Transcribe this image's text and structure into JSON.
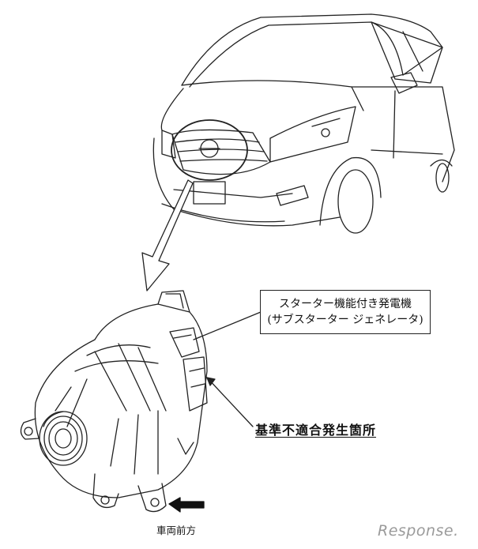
{
  "callout": {
    "line1": "スターター機能付き発電機",
    "line2": "(サブスターター ジェネレータ)"
  },
  "defect_label": "基準不適合発生箇所",
  "direction_label": "車両前方",
  "watermark": "Response.",
  "colors": {
    "line": "#222222",
    "watermark": "#9a9a9a"
  }
}
